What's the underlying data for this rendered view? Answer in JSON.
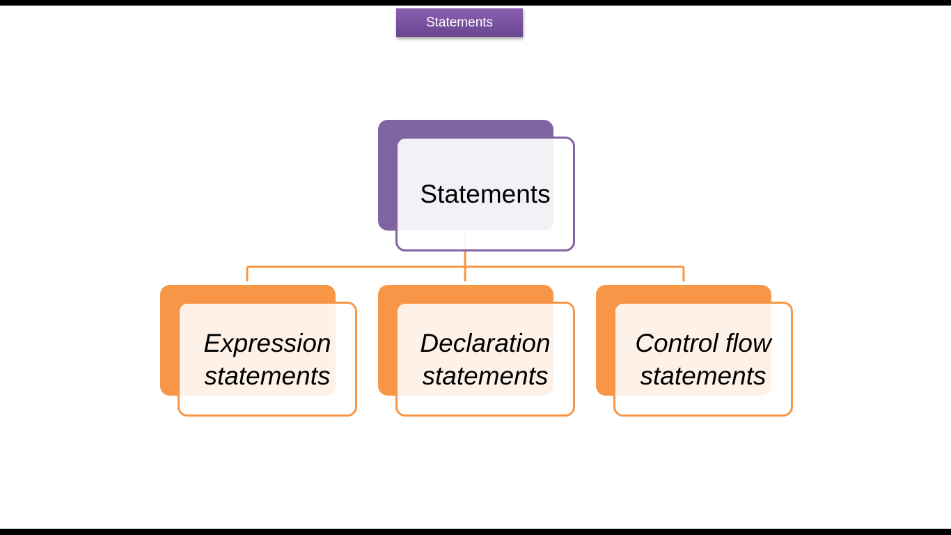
{
  "slide": {
    "tab_title": "Statements"
  },
  "diagram": {
    "root": {
      "label": "Statements",
      "color": "#8064a2"
    },
    "children": [
      {
        "line1": "Expression",
        "line2": "statements"
      },
      {
        "line1": "Declaration",
        "line2": "statements"
      },
      {
        "line1": "Control flow",
        "line2": "statements"
      }
    ],
    "child_color": "#f79646"
  }
}
